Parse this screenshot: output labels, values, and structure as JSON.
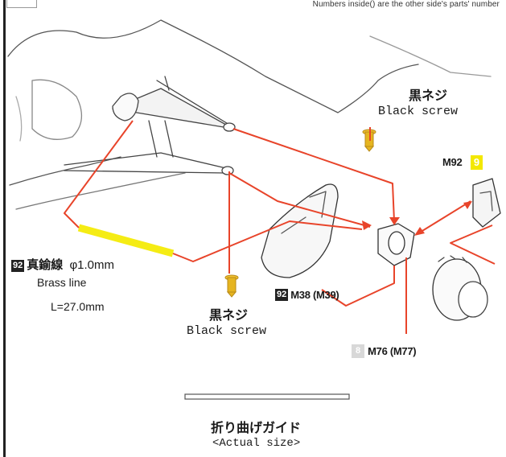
{
  "header": {
    "note": "Numbers inside() are the other side's parts' number"
  },
  "screw_top": {
    "label_jp": "黒ネジ",
    "label_en": "Black screw"
  },
  "screw_bottom": {
    "label_jp": "黒ネジ",
    "label_en": "Black screw"
  },
  "part_m92": {
    "part": "M92",
    "badge": "9",
    "badge_color": "#f3e800"
  },
  "brass": {
    "badge": "92",
    "label_jp": "真鍮線",
    "dimension": "φ1.0mm",
    "label_en": "Brass line",
    "length": "L=27.0mm",
    "color": "#f5ec14"
  },
  "part_m38": {
    "badge": "92",
    "part": "M38 (M39)"
  },
  "part_m76": {
    "badge": "8",
    "part": "M76 (M77)"
  },
  "guide": {
    "label_jp": "折り曲げガイド",
    "label_en": "<Actual size>"
  },
  "colors": {
    "guide_line": "#e8442a",
    "ink": "#1a1a1a"
  }
}
